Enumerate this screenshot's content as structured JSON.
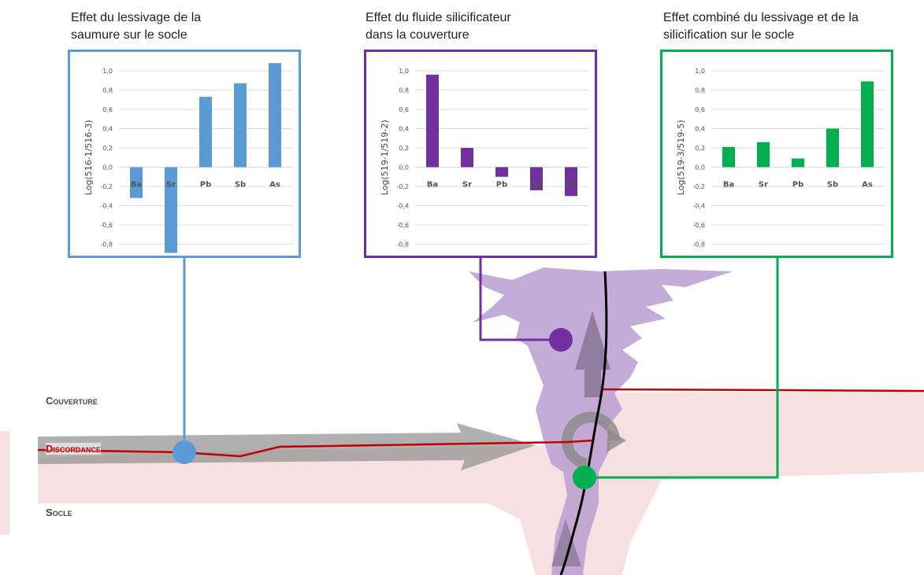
{
  "captions": {
    "left_line1": "Effet du lessivage de la",
    "left_line2": "saumure sur le socle",
    "middle_line1": "Effet du fluide silicificateur",
    "middle_line2": "dans la couverture",
    "right_line1": "Effet combiné du lessivage et de la",
    "right_line2": "silicification sur le socle"
  },
  "layers": {
    "couverture": "Couverture",
    "discordance": "Discordance",
    "socle": "Socle"
  },
  "colors": {
    "blue": "#5b9bd5",
    "purple": "#7030a0",
    "green": "#00b050",
    "discordance_red": "#c00000",
    "socle_pink": "#f6e0e1",
    "vein_lilac": "#b99dd0"
  },
  "chart_data": [
    {
      "type": "bar",
      "ylabel": "Log(516-1/516-3)",
      "categories": [
        "Ba",
        "Sr",
        "Pb",
        "Sb",
        "As"
      ],
      "values": [
        -0.32,
        -0.89,
        0.73,
        0.87,
        1.08
      ],
      "ylim": [
        -0.9,
        1.1
      ],
      "yticks": [
        "1,0",
        "0,8",
        "0,6",
        "0,4",
        "0,2",
        "0,0",
        "-0,2",
        "-0,4",
        "-0,6",
        "-0,8"
      ],
      "color": "#5b9bd5",
      "grid": true
    },
    {
      "type": "bar",
      "ylabel": "Log(519-1/519-2)",
      "categories": [
        "Ba",
        "Sr",
        "Pb",
        "Sb",
        "As"
      ],
      "values": [
        0.96,
        0.2,
        -0.1,
        -0.24,
        -0.3
      ],
      "ylim": [
        -0.9,
        1.1
      ],
      "yticks": [
        "1,0",
        "0,8",
        "0,6",
        "0,4",
        "0,2",
        "0,0",
        "-0,2",
        "-0,4",
        "-0,6",
        "-0,8"
      ],
      "color": "#7030a0",
      "grid": true
    },
    {
      "type": "bar",
      "ylabel": "Log(519-3/519-5)",
      "categories": [
        "Ba",
        "Sr",
        "Pb",
        "Sb",
        "As"
      ],
      "values": [
        0.21,
        0.26,
        0.09,
        0.4,
        0.89
      ],
      "ylim": [
        -0.9,
        1.1
      ],
      "yticks": [
        "1,0",
        "0,8",
        "0,6",
        "0,4",
        "0,2",
        "0,0",
        "-0,2",
        "-0,4",
        "-0,6",
        "-0,8"
      ],
      "color": "#00b050",
      "grid": true
    }
  ]
}
